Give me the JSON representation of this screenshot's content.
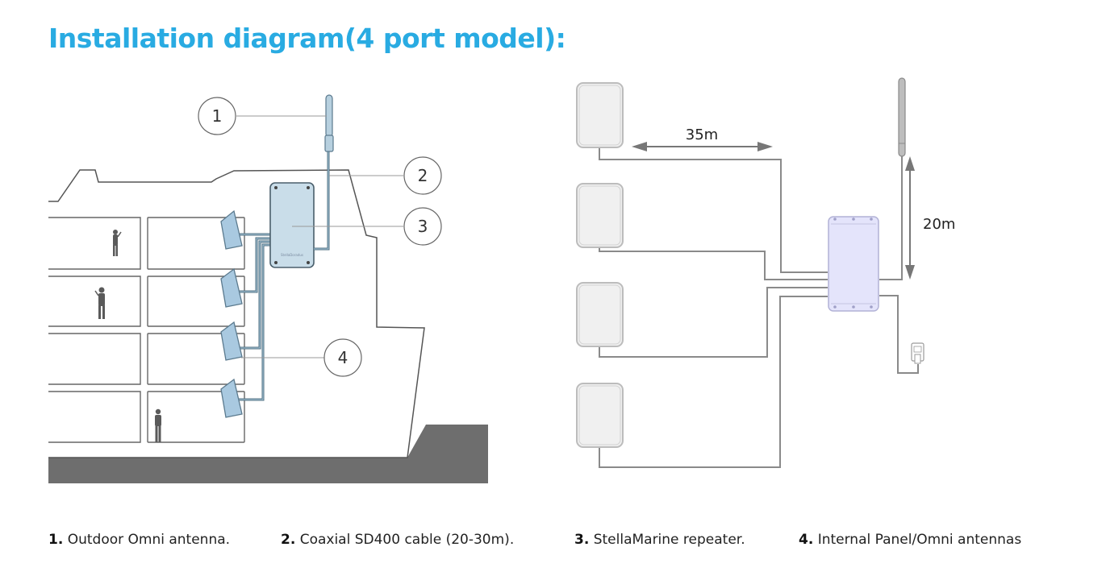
{
  "title": "Installation diagram(4 port model):",
  "left_diagram": {
    "callouts": [
      {
        "number": "1",
        "target": "outdoor-omni-antenna"
      },
      {
        "number": "2",
        "target": "coaxial-cable"
      },
      {
        "number": "3",
        "target": "repeater"
      },
      {
        "number": "4",
        "target": "internal-panel-antennas"
      }
    ]
  },
  "right_diagram": {
    "horizontal_distance": "35m",
    "vertical_distance": "20m",
    "panel_antenna_count": 4
  },
  "captions": [
    {
      "number": "1.",
      "text": " Outdoor Omni antenna."
    },
    {
      "number": "2.",
      "text": " Coaxial SD400 cable (20-30m)."
    },
    {
      "number": "3.",
      "text": " StellaMarine repeater."
    },
    {
      "number": "4.",
      "text": " Internal Panel/Omni antennas"
    }
  ],
  "colors": {
    "title": "#29abe2",
    "cable": "#4f6f82",
    "device_fill_left": "#c9dde9",
    "device_fill_right": "#e4e4fb",
    "hull_ground": "#6e6e6e"
  }
}
